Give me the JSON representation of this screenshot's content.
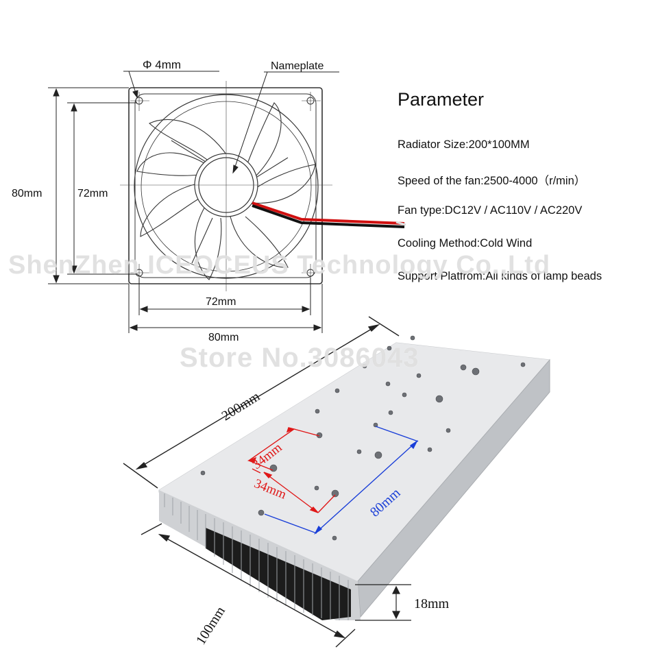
{
  "colors": {
    "dimension_line": "#222222",
    "red_dimension": "#e01818",
    "blue_dimension": "#1a3fd8",
    "heatsink_light": "#e6e7e9",
    "heatsink_shade": "#b9bcc0",
    "fan_outline": "#333333"
  },
  "fan_drawing": {
    "hole_label": "Φ 4mm",
    "nameplate_label": "Nameplate",
    "outer_height_label": "80mm",
    "inner_height_label": "72mm",
    "inner_width_label": "72mm",
    "outer_width_label": "80mm"
  },
  "parameters": {
    "title": "Parameter",
    "lines": [
      "Radiator Size:200*100MM",
      "Speed of the fan:2500-4000（r/min）",
      "Fan type:DC12V / AC110V / AC220V",
      "Cooling Method:Cold Wind",
      "Support Platfrom:All kinds of lamp beads"
    ]
  },
  "watermarks": {
    "company": "ShenZhen ICEOCEUS Technology Co.,Ltd",
    "store": "Store No.3086043"
  },
  "heatsink": {
    "length_label": "200mm",
    "width_label": "100mm",
    "height_label": "18mm",
    "hole_spacing_1_label": "34mm",
    "hole_spacing_2_label": "34mm",
    "hole_spacing_3_label": "80mm"
  }
}
